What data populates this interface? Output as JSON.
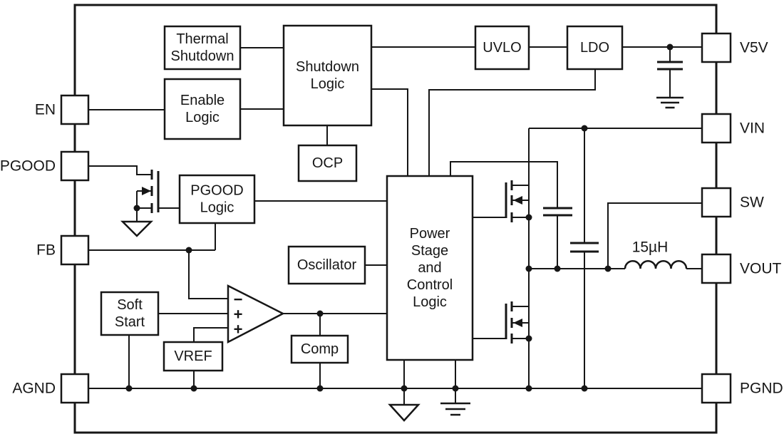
{
  "diagram": {
    "type": "functional-block-diagram",
    "background": "#ffffff",
    "line_color": "#161616"
  },
  "blocks": [
    {
      "id": "thermal-shutdown",
      "label": [
        "Thermal",
        "Shutdown"
      ]
    },
    {
      "id": "enable-logic",
      "label": [
        "Enable",
        "Logic"
      ]
    },
    {
      "id": "shutdown-logic",
      "label": [
        "Shutdown",
        "Logic"
      ]
    },
    {
      "id": "ocp",
      "label": [
        "OCP"
      ]
    },
    {
      "id": "uvlo",
      "label": [
        "UVLO"
      ]
    },
    {
      "id": "ldo",
      "label": [
        "LDO"
      ]
    },
    {
      "id": "pgood-logic",
      "label": [
        "PGOOD",
        "Logic"
      ]
    },
    {
      "id": "oscillator",
      "label": [
        "Oscillator"
      ]
    },
    {
      "id": "power-stage",
      "label": [
        "Power",
        "Stage",
        "and",
        "Control",
        "Logic"
      ]
    },
    {
      "id": "soft-start",
      "label": [
        "Soft",
        "Start"
      ]
    },
    {
      "id": "vref",
      "label": [
        "VREF"
      ]
    },
    {
      "id": "comp",
      "label": [
        "Comp"
      ]
    }
  ],
  "pins": {
    "left": [
      {
        "id": "en",
        "label": "EN"
      },
      {
        "id": "pgood",
        "label": "PGOOD"
      },
      {
        "id": "fb",
        "label": "FB"
      },
      {
        "id": "agnd",
        "label": "AGND"
      }
    ],
    "right": [
      {
        "id": "v5v",
        "label": "V5V"
      },
      {
        "id": "vin",
        "label": "VIN"
      },
      {
        "id": "sw",
        "label": "SW"
      },
      {
        "id": "vout",
        "label": "VOUT"
      },
      {
        "id": "pgnd",
        "label": "PGND"
      }
    ]
  },
  "error_amplifier": {
    "inputs": [
      "−",
      "+",
      "+"
    ]
  },
  "inductor": {
    "label": "15µH"
  }
}
